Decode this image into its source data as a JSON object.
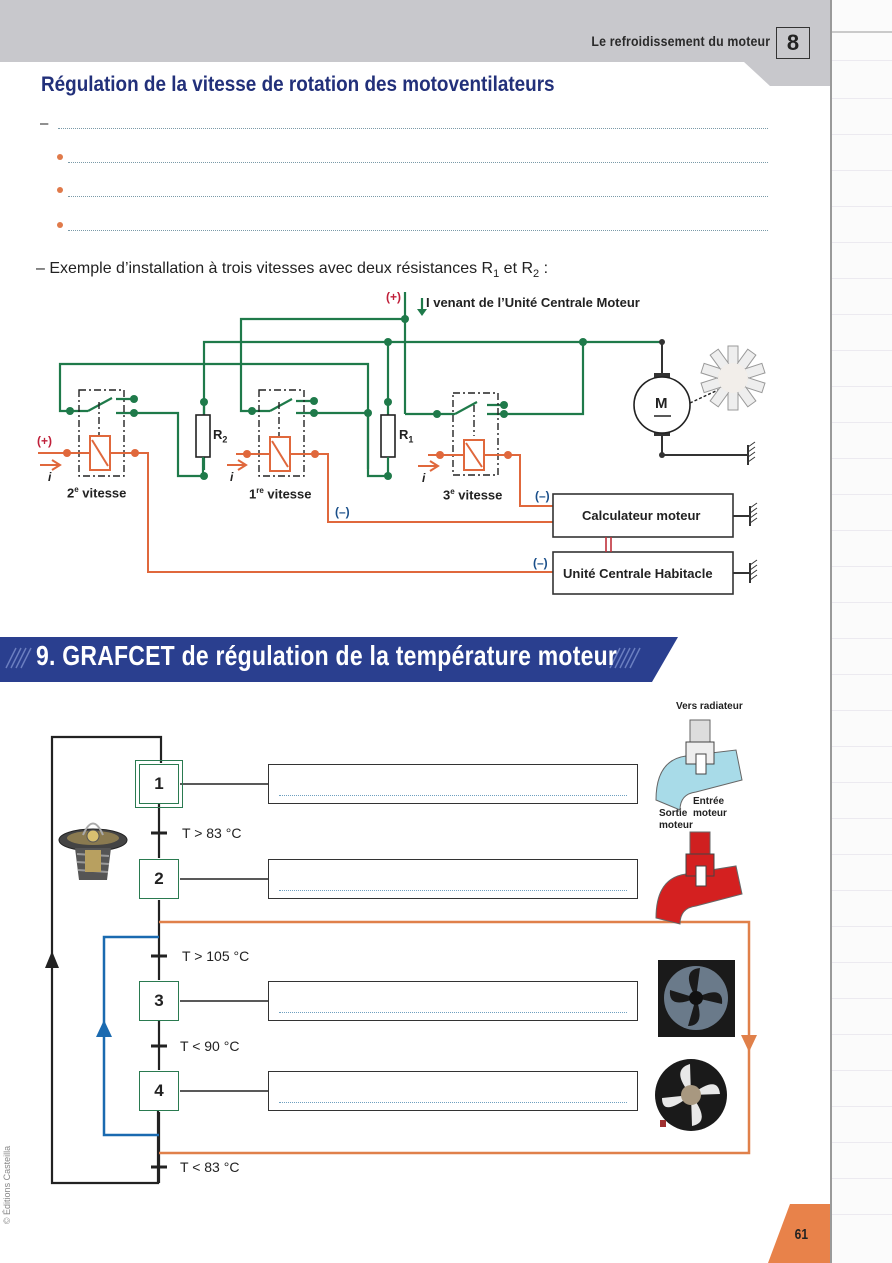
{
  "header": {
    "chapter_title": "Le refroidissement du moteur",
    "chapter_number": "8"
  },
  "section_regulation": {
    "title": "Régulation de la vitesse de rotation des motoventilateurs",
    "dash": "–",
    "example_text_prefix": "– Exemple d’installation à trois vitesses avec deux résistances R",
    "example_sub1": "1",
    "example_and": " et R",
    "example_sub2": "2",
    "example_suffix": " :"
  },
  "circuit": {
    "plus_top": "(+)",
    "current_label": "I venant de l’Unité Centrale Moteur",
    "plus_left": "(+)",
    "i_label": "i",
    "resistor_r2": "R",
    "resistor_r2_sub": "2",
    "resistor_r1": "R",
    "resistor_r1_sub": "1",
    "relay_2": "2",
    "relay_2_sup": "e",
    "relay_1": "1",
    "relay_1_sup": "re",
    "relay_3": "3",
    "relay_3_sup": "e",
    "vitesse": " vitesse",
    "motor": "M",
    "minus": "(–)",
    "calculator": "Calculateur moteur",
    "uch": "Unité Centrale Habitacle",
    "colors": {
      "green": "#1f7a4a",
      "orange": "#e0683c",
      "red_plus": "#c0203a",
      "blue_minus": "#1a4f8a"
    }
  },
  "section_grafcet": {
    "banner": "9. GRAFCET de régulation de la température moteur",
    "banner_color": "#2a3f8f",
    "steps": [
      {
        "number": "1"
      },
      {
        "number": "2"
      },
      {
        "number": "3"
      },
      {
        "number": "4"
      }
    ],
    "transitions": [
      "T > 83 °C",
      "T > 105 °C",
      "T < 90 °C",
      "T < 83 °C"
    ],
    "photo_labels": {
      "top": "Vers radiateur",
      "entree": "Entrée",
      "moteur1": "moteur",
      "sortie": "Sortie",
      "moteur2": "moteur"
    }
  },
  "footer": {
    "copyright": "© Éditions Casteilla",
    "page_number": "61",
    "page_tab_color": "#e8824a"
  }
}
